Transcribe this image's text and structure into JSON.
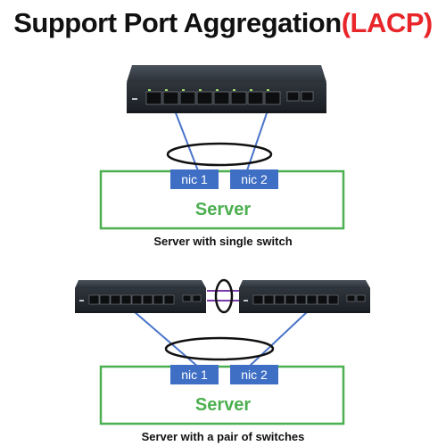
{
  "title": {
    "main": "Support Port Aggregation",
    "accent": "(LACP)"
  },
  "colors": {
    "title_accent": "#e8262a",
    "server_border": "#4caf50",
    "server_text": "#4caf50",
    "nic_fill": "#3f6fc4",
    "cable": "#4a74c9",
    "interswitch_cable": "#7b3aa8",
    "switch_body": "#2b3138"
  },
  "diagram_top": {
    "nic_left": "nic 1",
    "nic_right": "nic 2",
    "server_label": "Server",
    "caption": "Server with single switch"
  },
  "diagram_bottom": {
    "nic_left": "nic 1",
    "nic_right": "nic 2",
    "server_label": "Server",
    "caption": "Server with a pair of switches"
  }
}
